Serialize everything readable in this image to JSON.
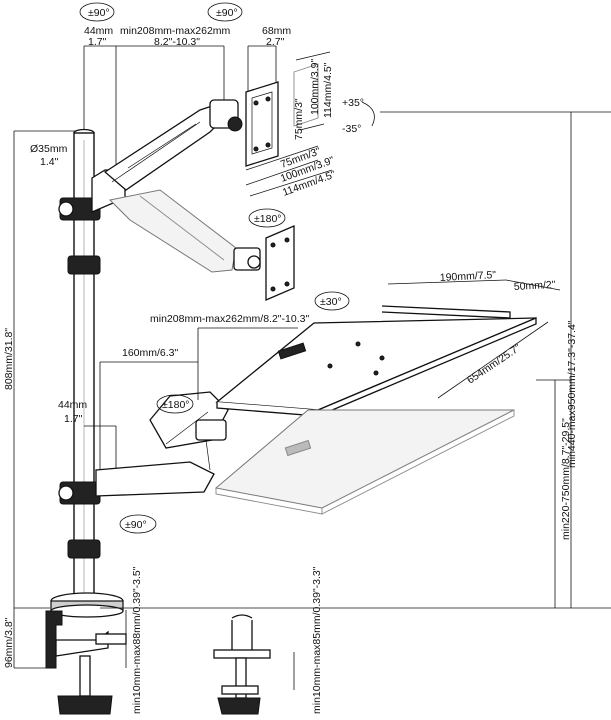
{
  "labels": {
    "rot_top_left": "±90°",
    "rot_top_right": "±90°",
    "pole_offset_mm": "44mm",
    "pole_offset_in": "1.7\"",
    "arm_range_mm": "min208mm-max262mm",
    "arm_range_in": "8.2\"-10.3\"",
    "vesa_depth_mm": "68mm",
    "vesa_depth_in": "2.7\"",
    "pole_diameter_mm": "Ø35mm",
    "pole_diameter_in": "1.4\"",
    "vesa_h100": "100mm/3.9\"",
    "vesa_h114": "114mm/4.5\"",
    "vesa_h75": "75mm/3\"",
    "vesa_w75": "75mm/3\"",
    "vesa_w100": "100mm/3.9\"",
    "vesa_w114": "114mm/4.5\"",
    "tilt_up": "+35°",
    "tilt_down": "-35°",
    "rot_180_monitor": "±180°",
    "tray_width": "190mm/7.5\"",
    "tray_lip": "50mm/2\"",
    "tray_rot": "±30°",
    "lower_arm_range": "min208mm-max262mm/8.2\"-10.3\"",
    "tray_length": "654mm/25.7\"",
    "lower_offset": "160mm/6.3\"",
    "total_height": "808mm/31.8\"",
    "lower_pole_offset_mm": "44mm",
    "lower_pole_offset_in": "1.7\"",
    "rot_180_tray": "±180°",
    "max_height": "min440-max950mm/17.3\"-37.4\"",
    "tray_height": "min220-750mm/8.7\"-29.5\"",
    "rot_bottom": "±90°",
    "clamp_range": "min10mm-max88mm/0.39\"-3.5\"",
    "grommet_range": "min10mm-max85mm/0.39\"-3.3\"",
    "base_height": "96mm/3.8\""
  }
}
